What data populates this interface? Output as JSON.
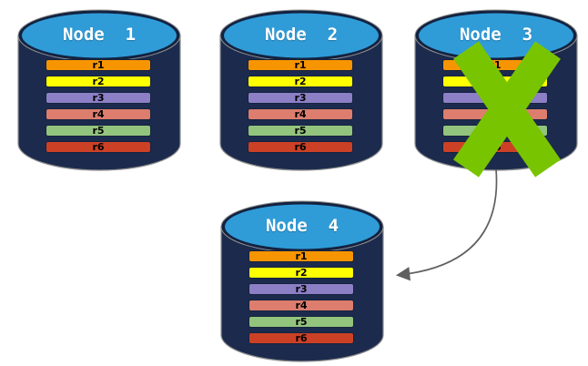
{
  "diagram": {
    "kind": "database-replication-failover",
    "background": "#FFFFFF"
  },
  "colors": {
    "cylinder_body": "#1C2B4D",
    "cylinder_top": "#2F9CD8",
    "cylinder_ring": "#132240",
    "cylinder_outline": "#909090",
    "record_border": "#15223E",
    "record_text": "#000000",
    "node_label_text": "#FFFFFF"
  },
  "nodes": [
    {
      "id": "node-1",
      "label": "Node  1",
      "failed": false,
      "records": [
        {
          "label": "r1",
          "color": "#F79500"
        },
        {
          "label": "r2",
          "color": "#FFFF00"
        },
        {
          "label": "r3",
          "color": "#8C7FC6"
        },
        {
          "label": "r4",
          "color": "#DC7D6E"
        },
        {
          "label": "r5",
          "color": "#93C47D"
        },
        {
          "label": "r6",
          "color": "#CC4125"
        }
      ]
    },
    {
      "id": "node-2",
      "label": "Node  2",
      "failed": false,
      "records": [
        {
          "label": "r1",
          "color": "#F79500"
        },
        {
          "label": "r2",
          "color": "#FFFF00"
        },
        {
          "label": "r3",
          "color": "#8C7FC6"
        },
        {
          "label": "r4",
          "color": "#DC7D6E"
        },
        {
          "label": "r5",
          "color": "#93C47D"
        },
        {
          "label": "r6",
          "color": "#CC4125"
        }
      ]
    },
    {
      "id": "node-3",
      "label": "Node  3",
      "failed": true,
      "records": [
        {
          "label": "r1",
          "color": "#F79500"
        },
        {
          "label": "r2",
          "color": "#FFFF00"
        },
        {
          "label": "r3",
          "color": "#8C7FC6"
        },
        {
          "label": "r4",
          "color": "#DC7D6E"
        },
        {
          "label": "r5",
          "color": "#93C47D"
        },
        {
          "label": "r6",
          "color": "#CC4125"
        }
      ]
    },
    {
      "id": "node-4",
      "label": "Node  4",
      "failed": false,
      "records": [
        {
          "label": "r1",
          "color": "#F79500"
        },
        {
          "label": "r2",
          "color": "#FFFF00"
        },
        {
          "label": "r3",
          "color": "#8C7FC6"
        },
        {
          "label": "r4",
          "color": "#DC7D6E"
        },
        {
          "label": "r5",
          "color": "#93C47D"
        },
        {
          "label": "r6",
          "color": "#CC4125"
        }
      ]
    }
  ],
  "failure_mark": {
    "node": "node-3",
    "shape": "x-mark",
    "color": "#79C400"
  },
  "arrow": {
    "from": "node-3",
    "to": "node-4",
    "color": "#5F5F5F"
  }
}
